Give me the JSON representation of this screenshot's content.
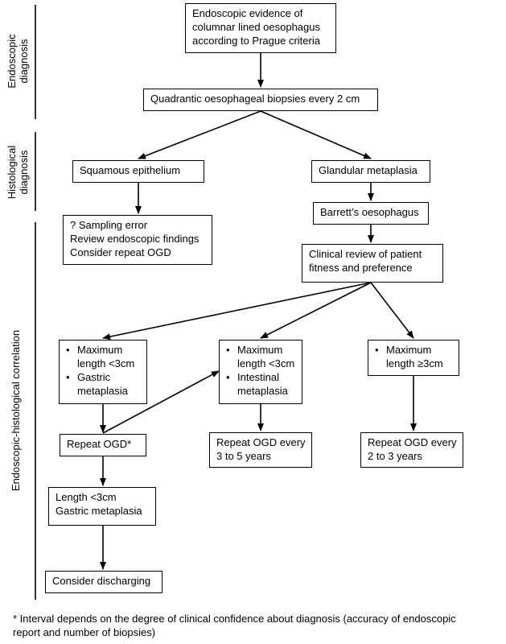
{
  "section_labels": {
    "endoscopic": [
      "Endoscopic",
      "diagnosis"
    ],
    "histological": [
      "Histological",
      "diagnosis"
    ],
    "correlation": [
      "Endoscopic-histological correlation"
    ]
  },
  "nodes": {
    "start": [
      "Endoscopic evidence of",
      "columnar lined oesophagus",
      "according to Prague criteria"
    ],
    "biopsies": [
      "Quadrantic oesophageal biopsies every 2 cm"
    ],
    "squamous": [
      "Squamous epithelium"
    ],
    "glandular": [
      "Glandular metaplasia"
    ],
    "sampling": [
      "? Sampling error",
      "Review endoscopic findings",
      "Consider repeat OGD"
    ],
    "barretts": [
      "Barrett’s oesophagus"
    ],
    "clinical_review": [
      "Clinical review of patient",
      "fitness and preference"
    ],
    "gastric_short": [
      [
        "Maximum",
        "length <3cm"
      ],
      [
        "Gastric",
        "metaplasia"
      ]
    ],
    "intestinal_short": [
      [
        "Maximum",
        "length <3cm"
      ],
      [
        "Intestinal",
        "metaplasia"
      ]
    ],
    "long_segment": [
      [
        "Maximum",
        "length ≥3cm"
      ]
    ],
    "repeat_ogd": [
      "Repeat OGD*"
    ],
    "repeat_3_5": [
      "Repeat OGD every",
      "3 to 5 years"
    ],
    "repeat_2_3": [
      "Repeat OGD every",
      "2 to 3 years"
    ],
    "length_gastric": [
      "Length <3cm",
      "Gastric metaplasia"
    ],
    "discharge": [
      "Consider discharging"
    ]
  },
  "footnote": [
    "* Interval depends on the degree of clinical confidence about diagnosis (accuracy of endoscopic",
    "report and number of biopsies)"
  ]
}
